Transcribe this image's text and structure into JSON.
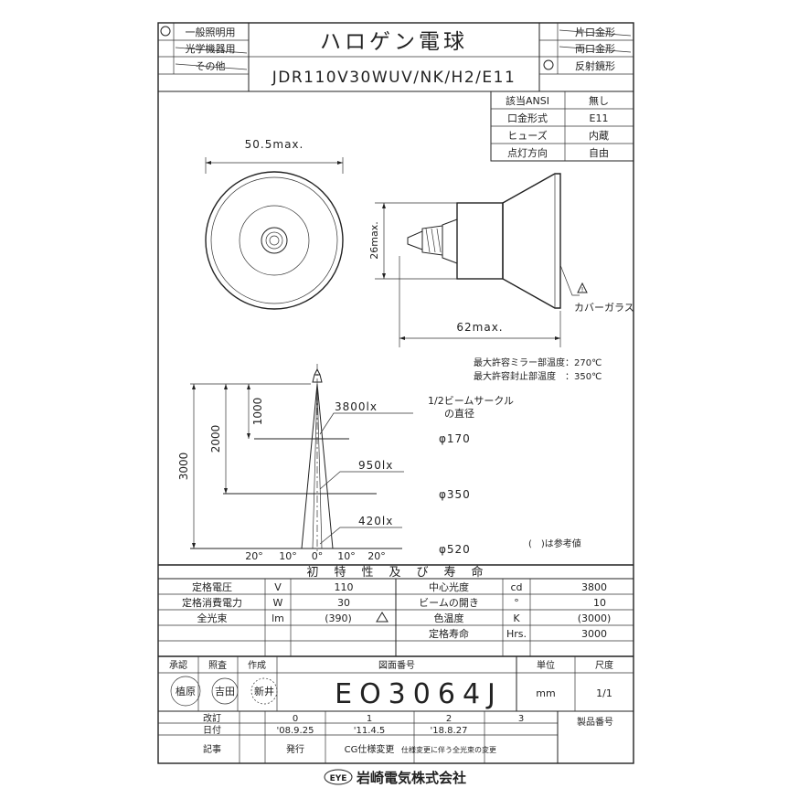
{
  "header": {
    "usage_options": [
      "一般照明用",
      "光学機器用",
      "その他"
    ],
    "title": "ハロゲン電球",
    "model": "JDR110V30WUV/NK/H2/E11",
    "base_options": [
      "片口金形",
      "両口金形",
      "反射鏡形"
    ]
  },
  "spec_box": [
    {
      "label": "該当ANSI",
      "value": "無し"
    },
    {
      "label": "口金形式",
      "value": "E11"
    },
    {
      "label": "ヒューズ",
      "value": "内蔵"
    },
    {
      "label": "点灯方向",
      "value": "自由"
    }
  ],
  "dimensions": {
    "diameter": "50.5max.",
    "height": "26max.",
    "length": "62max.",
    "cover_glass": "カバーガラス"
  },
  "temps": {
    "line1": "最大許容ミラー部温度：270℃",
    "line2": "最大許容封止部温度　：350℃"
  },
  "beam": {
    "title1": "1/2ビームサークル",
    "title2": "の直径",
    "distance_labels": [
      "1000",
      "2000",
      "3000"
    ],
    "lux_labels": [
      "3800lx",
      "950lx",
      "420lx"
    ],
    "diameters": [
      "φ170",
      "φ350",
      "φ520"
    ],
    "angle_labels": [
      "20°",
      "10°",
      "0°",
      "10°",
      "20°"
    ],
    "note": "(　)は参考値"
  },
  "initial": {
    "title": "初　特　性　及　び　寿　命",
    "left_rows": [
      {
        "label": "定格電圧",
        "unit": "V",
        "value": "110"
      },
      {
        "label": "定格消費電力",
        "unit": "W",
        "value": "30"
      },
      {
        "label": "全光束",
        "unit": "lm",
        "value": "(390)"
      },
      {
        "label": "",
        "unit": "",
        "value": ""
      }
    ],
    "right_rows": [
      {
        "label": "中心光度",
        "unit": "cd",
        "value": "3800"
      },
      {
        "label": "ビームの開き",
        "unit": "°",
        "value": "10"
      },
      {
        "label": "色温度",
        "unit": "K",
        "value": "(3000)"
      },
      {
        "label": "定格寿命",
        "unit": "Hrs.",
        "value": "3000"
      }
    ]
  },
  "approval": {
    "headers": [
      "承認",
      "照査",
      "作成",
      "図面番号",
      "単位",
      "尺度"
    ],
    "stamps": [
      "植原",
      "吉田",
      "新井"
    ],
    "drawing_number": "EO3064J",
    "unit": "mm",
    "scale": "1/1"
  },
  "revisions": {
    "row_labels": [
      "改訂",
      "日付",
      "記事"
    ],
    "revs": [
      "0",
      "1",
      "2",
      "3"
    ],
    "dates": [
      "'08.9.25",
      "'11.4.5",
      "'18.8.27",
      ""
    ],
    "notes": [
      "発行",
      "CG仕様変更",
      "仕様変更に伴う全光束の変更",
      ""
    ],
    "product_number_label": "製品番号"
  },
  "footer": {
    "logo": "EYE",
    "company": "岩崎電気株式会社"
  }
}
